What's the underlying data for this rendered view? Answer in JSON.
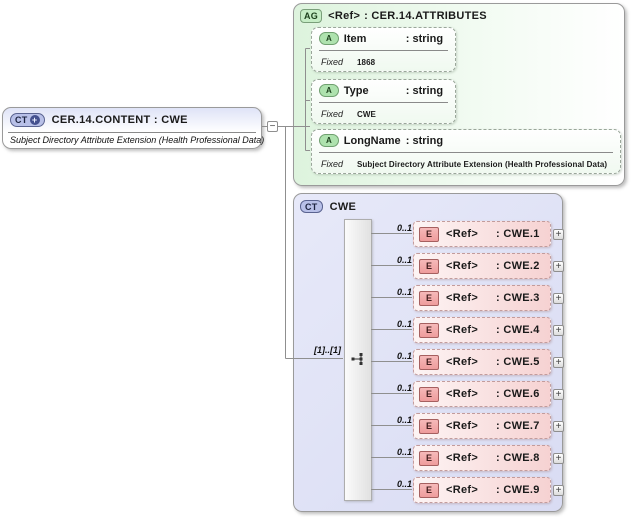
{
  "diagram": {
    "content_box": {
      "badge": "CT",
      "badge_plus": "+",
      "title": "CER.14.CONTENT : CWE",
      "subtitle": "Subject Directory Attribute Extension (Health Professional Data)",
      "collapse_glyph": "−"
    },
    "attributes_box": {
      "badge": "AG",
      "ref_label": "<Ref>",
      "title": ": CER.14.ATTRIBUTES",
      "attributes": [
        {
          "badge": "A",
          "name": "Item",
          "type": ": string",
          "fixed_label": "Fixed",
          "fixed_value": "1868"
        },
        {
          "badge": "A",
          "name": "Type",
          "type": ": string",
          "fixed_label": "Fixed",
          "fixed_value": "CWE"
        },
        {
          "badge": "A",
          "name": "LongName",
          "type": ": string",
          "fixed_label": "Fixed",
          "fixed_value": "Subject Directory Attribute Extension (Health Professional Data)"
        }
      ]
    },
    "type_box": {
      "badge": "CT",
      "title": "CWE",
      "cardinality": "[1]..[1]",
      "elements": [
        {
          "badge": "E",
          "occurs": "0..1",
          "ref_label": "<Ref>",
          "type": ": CWE.1",
          "expand_glyph": "+"
        },
        {
          "badge": "E",
          "occurs": "0..1",
          "ref_label": "<Ref>",
          "type": ": CWE.2",
          "expand_glyph": "+"
        },
        {
          "badge": "E",
          "occurs": "0..1",
          "ref_label": "<Ref>",
          "type": ": CWE.3",
          "expand_glyph": "+"
        },
        {
          "badge": "E",
          "occurs": "0..1",
          "ref_label": "<Ref>",
          "type": ": CWE.4",
          "expand_glyph": "+"
        },
        {
          "badge": "E",
          "occurs": "0..1",
          "ref_label": "<Ref>",
          "type": ": CWE.5",
          "expand_glyph": "+"
        },
        {
          "badge": "E",
          "occurs": "0..1",
          "ref_label": "<Ref>",
          "type": ": CWE.6",
          "expand_glyph": "+"
        },
        {
          "badge": "E",
          "occurs": "0..1",
          "ref_label": "<Ref>",
          "type": ": CWE.7",
          "expand_glyph": "+"
        },
        {
          "badge": "E",
          "occurs": "0..1",
          "ref_label": "<Ref>",
          "type": ": CWE.8",
          "expand_glyph": "+"
        },
        {
          "badge": "E",
          "occurs": "0..1",
          "ref_label": "<Ref>",
          "type": ": CWE.9",
          "expand_glyph": "+"
        }
      ]
    },
    "colors": {
      "attributes_accent": "#ddf3dd",
      "type_accent": "#dcdff4",
      "element_accent": "#f6d2d2",
      "connector": "#8f8f8f"
    }
  }
}
